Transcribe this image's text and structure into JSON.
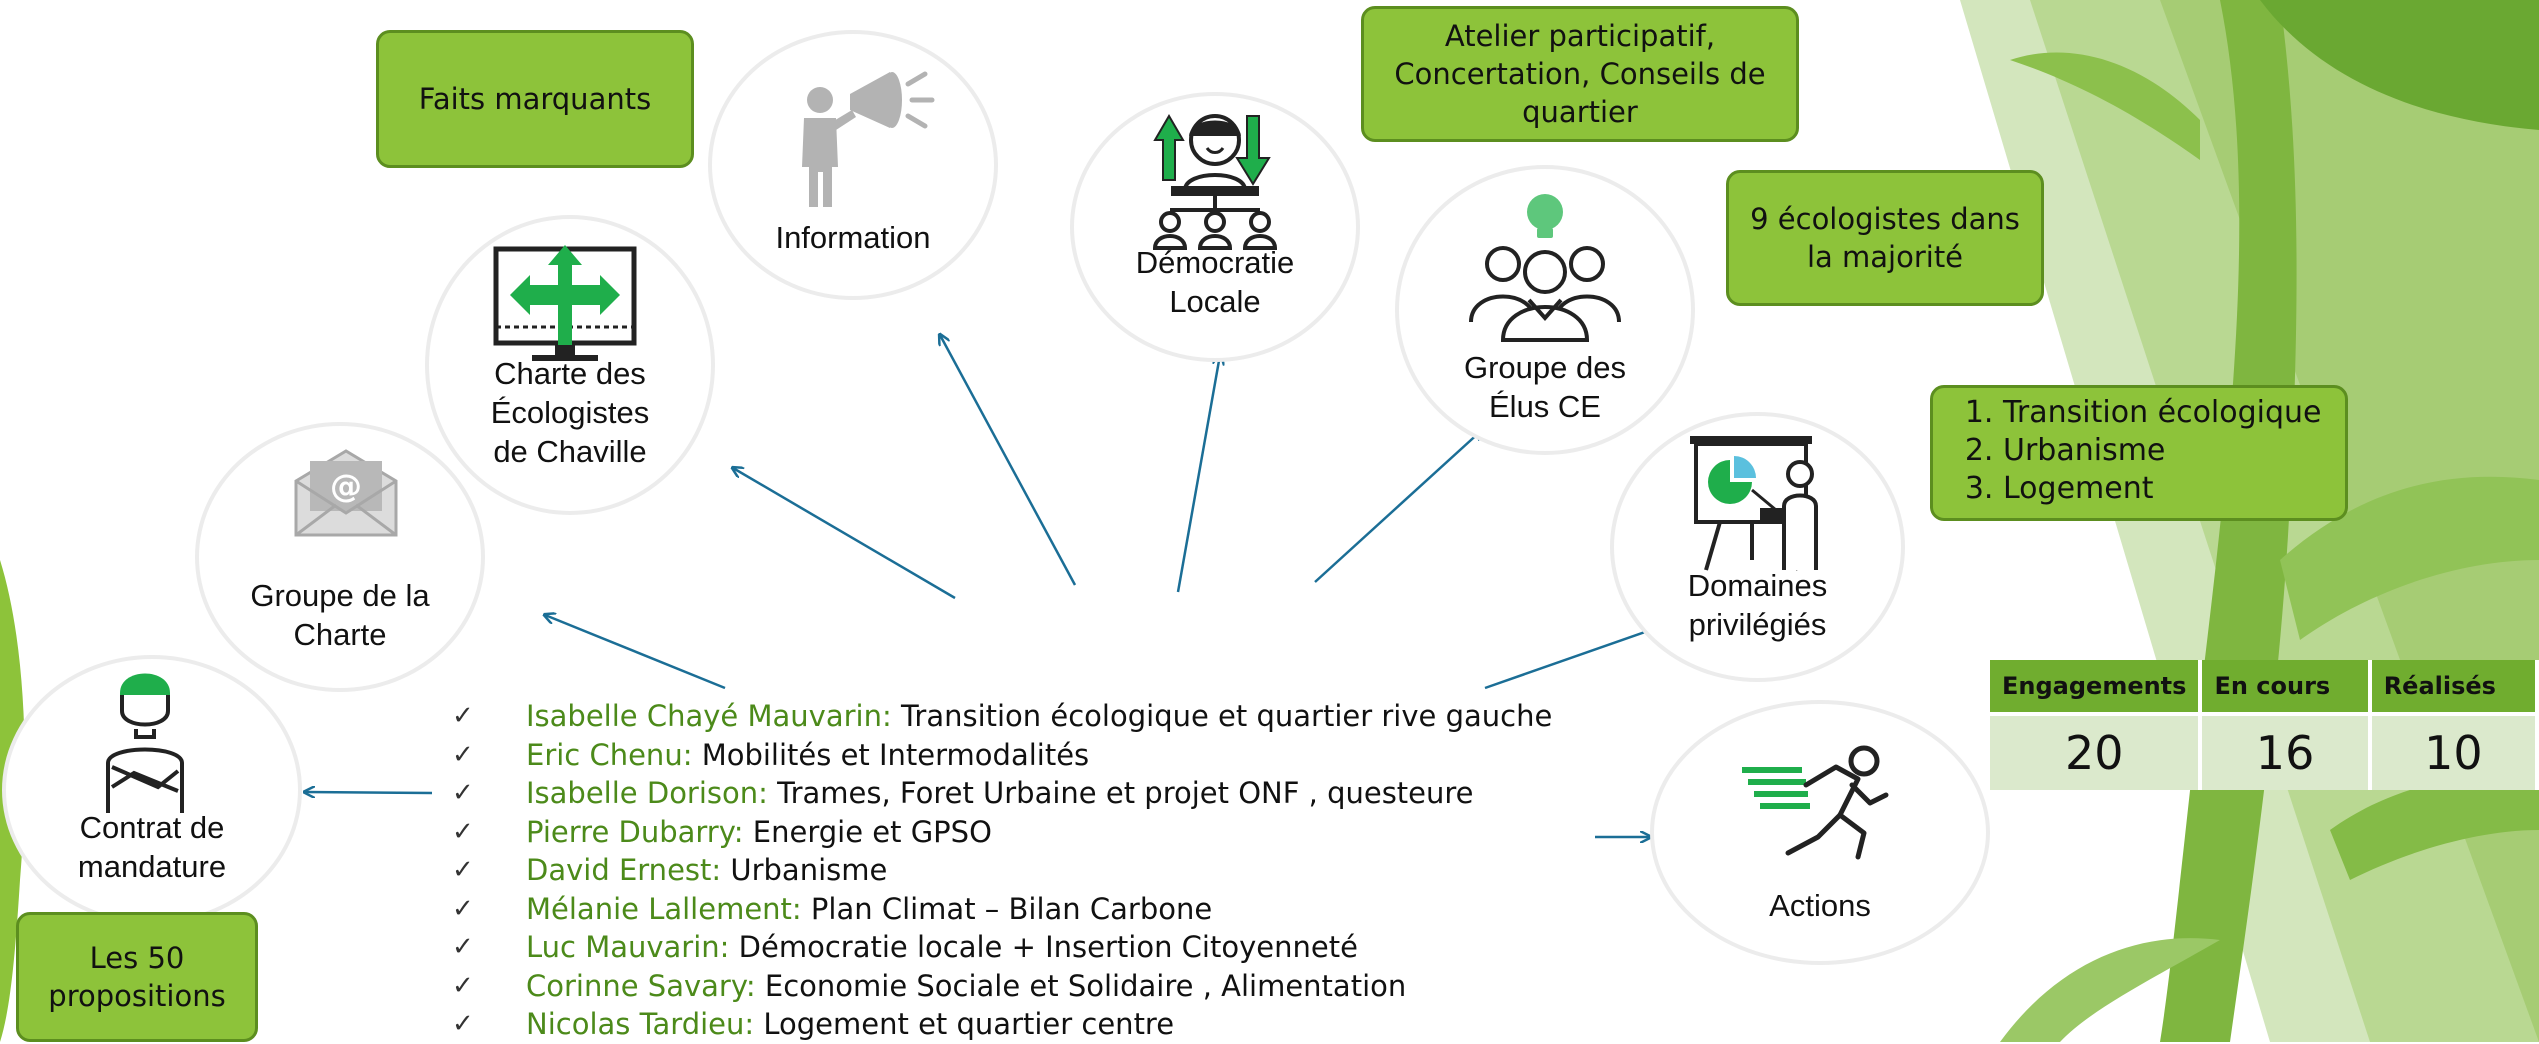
{
  "boxes": {
    "faits": "Faits marquants",
    "atelier": "Atelier participatif,\nConcertation, Conseils de\nquartier",
    "ecologistes": "9 écologistes dans\nla majorité",
    "propositions": "Les 50\npropositions"
  },
  "priorities": [
    "Transition écologique",
    "Urbanisme",
    "Logement"
  ],
  "nodes": {
    "information": "Information",
    "democratie": "Démocratie\nLocale",
    "charte": "Charte des\nÉcologistes\nde Chaville",
    "groupe_elus": "Groupe des\nÉlus CE",
    "groupe_charte": "Groupe de la\nCharte",
    "domaines": "Domaines\nprivilégiés",
    "contrat": "Contrat de\nmandature",
    "actions": "Actions"
  },
  "icons": {
    "information": "megaphone-person-icon",
    "democratie": "leader-hierarchy-icon",
    "charte": "monitor-signpost-icon",
    "groupe_elus": "group-lightbulb-icon",
    "groupe_charte": "email-envelope-icon",
    "domaines": "presentation-board-icon",
    "contrat": "person-arms-crossed-icon",
    "actions": "running-person-icon"
  },
  "members": [
    {
      "name": "Isabelle Chayé Mauvarin:",
      "role": "Transition écologique et quartier rive gauche"
    },
    {
      "name": "Eric Chenu:",
      "role": "Mobilités et Intermodalités"
    },
    {
      "name": "Isabelle Dorison:",
      "role": "Trames, Foret Urbaine  et projet ONF , questeure"
    },
    {
      "name": "Pierre Dubarry:",
      "role": " Energie et GPSO"
    },
    {
      "name": "David Ernest:",
      "role": " Urbanisme"
    },
    {
      "name": "Mélanie Lallement:",
      "role": " Plan Climat – Bilan Carbone"
    },
    {
      "name": "Luc Mauvarin:",
      "role": "Démocratie locale  + Insertion Citoyenneté"
    },
    {
      "name": "Corinne Savary:",
      "role": " Economie Sociale et Solidaire , Alimentation"
    },
    {
      "name": "Nicolas Tardieu:",
      "role": "Logement et  quartier centre"
    }
  ],
  "stats": {
    "headers": [
      "Engagements",
      "En cours",
      "Réalisés"
    ],
    "values": [
      "20",
      "16",
      "10"
    ]
  },
  "colors": {
    "box_green": "#8dc33a",
    "box_border": "#5c8e1f",
    "icon_green": "#1fae4b",
    "arrow_blue": "#1b6e96",
    "member_name": "#4c8a1a",
    "table_header": "#70ad2f",
    "table_cell": "#dbe9cc"
  }
}
